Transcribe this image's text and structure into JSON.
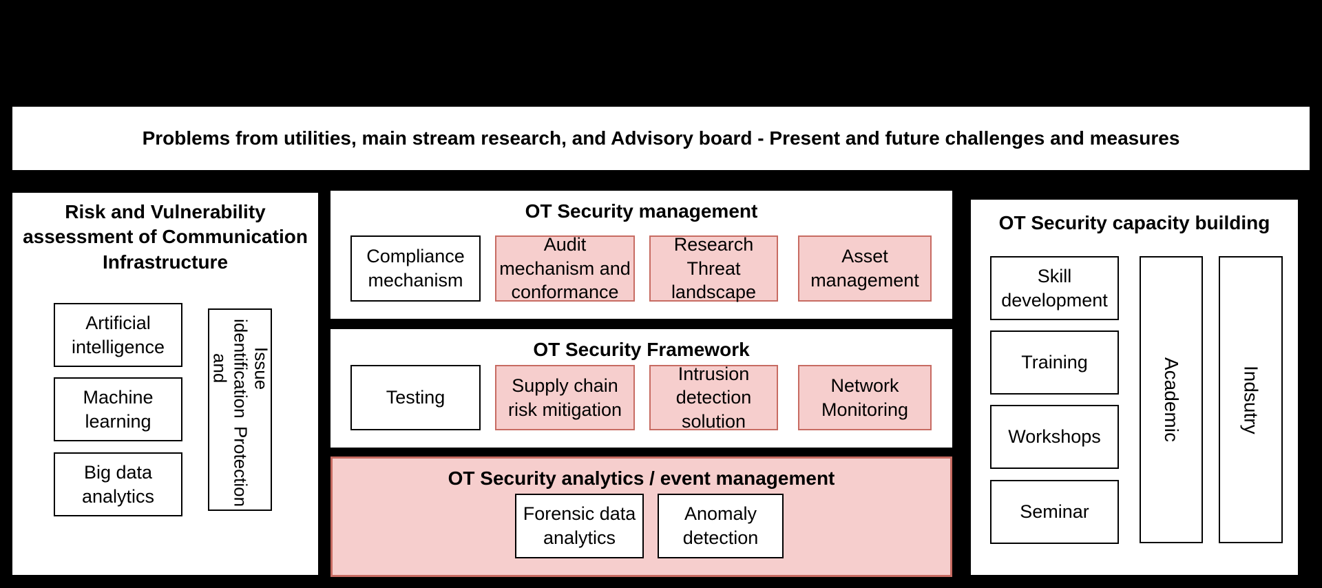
{
  "colors": {
    "background": "#000000",
    "panel_bg": "#ffffff",
    "pink_fill": "#f6cecd",
    "pink_border": "#c76b62",
    "text": "#000000"
  },
  "banner": {
    "title": "Problems from utilities, main stream research, and Advisory board - Present and future challenges and measures"
  },
  "left_panel": {
    "title": "Risk and Vulnerability assessment of Communication Infrastructure",
    "boxes": [
      {
        "label": "Artificial intelligence"
      },
      {
        "label": "Machine learning"
      },
      {
        "label": "Big data analytics"
      }
    ],
    "vertical_box": {
      "line1": "Issue identification and",
      "line2": "Protection"
    }
  },
  "middle": {
    "management": {
      "title": "OT Security management",
      "boxes": [
        {
          "label": "Compliance mechanism",
          "variant": "white"
        },
        {
          "label": "Audit mechanism and conformance",
          "variant": "pink"
        },
        {
          "label": "Research Threat landscape",
          "variant": "pink"
        },
        {
          "label": "Asset management",
          "variant": "pink"
        }
      ]
    },
    "framework": {
      "title": "OT Security Framework",
      "boxes": [
        {
          "label": "Testing",
          "variant": "white"
        },
        {
          "label": "Supply chain risk mitigation",
          "variant": "pink"
        },
        {
          "label": "Intrusion detection solution",
          "variant": "pink"
        },
        {
          "label": "Network Monitoring",
          "variant": "pink"
        }
      ]
    },
    "analytics": {
      "title": "OT Security analytics / event management",
      "boxes": [
        {
          "label": "Forensic data analytics"
        },
        {
          "label": "Anomaly detection"
        }
      ]
    }
  },
  "right_panel": {
    "title": "OT Security capacity building",
    "boxes": [
      {
        "label": "Skill development"
      },
      {
        "label": "Training"
      },
      {
        "label": "Workshops"
      },
      {
        "label": "Seminar"
      }
    ],
    "vertical_boxes": [
      {
        "label": "Academic"
      },
      {
        "label": "Indsutry"
      }
    ]
  }
}
